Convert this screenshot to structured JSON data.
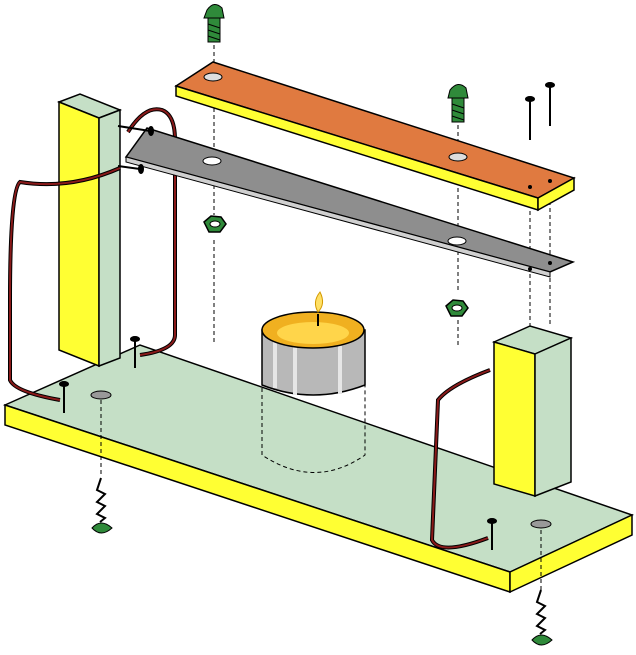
{
  "diagram": {
    "colors": {
      "wood_top": "#c5dfc6",
      "wood_side": "#ffff33",
      "copper": "#e07a40",
      "steel": "#8e8e8e",
      "screw": "#2f8a3a",
      "wire": "#8a1a1a",
      "candle_wax": "#f0b020",
      "candle_tin": "#b8b8b8"
    },
    "parts": [
      {
        "id": "base-board",
        "icon": "wooden-base"
      },
      {
        "id": "left-post",
        "icon": "wooden-post"
      },
      {
        "id": "right-post",
        "icon": "wooden-post"
      },
      {
        "id": "copper-strip",
        "icon": "copper-plate"
      },
      {
        "id": "steel-strip",
        "icon": "steel-plate"
      },
      {
        "id": "tea-light",
        "icon": "candle"
      },
      {
        "id": "wire-left",
        "icon": "wire"
      },
      {
        "id": "wire-right",
        "icon": "wire"
      },
      {
        "id": "machine-screws",
        "icon": "screw",
        "count": 2
      },
      {
        "id": "hex-nuts",
        "icon": "nut",
        "count": 2
      },
      {
        "id": "wood-screws",
        "icon": "screw",
        "count": 2
      },
      {
        "id": "nails",
        "icon": "nail",
        "count": 6
      }
    ]
  }
}
